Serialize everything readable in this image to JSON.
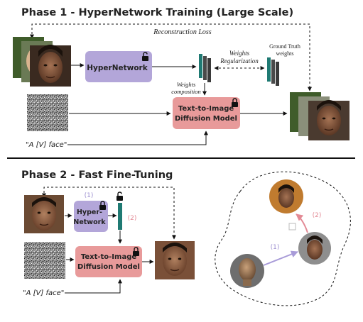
{
  "phase1": {
    "title": "Phase 1 - HyperNetwork Training (Large Scale)",
    "reconstruction_loss": "Reconstruction Loss",
    "hypernetwork_label": "HyperNetwork",
    "weights_regularization_line1": "Weights",
    "weights_regularization_line2": "Regularization",
    "ground_truth_line1": "Ground Truth",
    "ground_truth_line2": "weights",
    "weights_composition_line1": "Weights",
    "weights_composition_line2": "composition",
    "diffusion_line1": "Text-to-Image",
    "diffusion_line2": "Diffusion Model",
    "prompt": "\"A [V] face\""
  },
  "phase2": {
    "title": "Phase 2 - Fast Fine-Tuning",
    "step1": "(1)",
    "step2": "(2)",
    "hypernetwork_line1": "Hyper-",
    "hypernetwork_line2": "Network",
    "diffusion_line1": "Text-to-Image",
    "diffusion_line2": "Diffusion Model",
    "prompt": "\"A [V] face\""
  },
  "inset": {
    "step1": "(1)",
    "step2": "(2)"
  },
  "colors": {
    "hypernetwork_fill": "#b3a6d9",
    "diffusion_fill": "#e89a9a",
    "teal_weights": "#1f7a73",
    "gray_weights": "#4a4a4a",
    "step1_color": "#9c8fd0",
    "step2_color": "#e38a95",
    "text_dark": "#222222"
  },
  "icons": [
    "lock-icon",
    "unlock-icon",
    "noise-image",
    "face-photo",
    "bust-render"
  ]
}
